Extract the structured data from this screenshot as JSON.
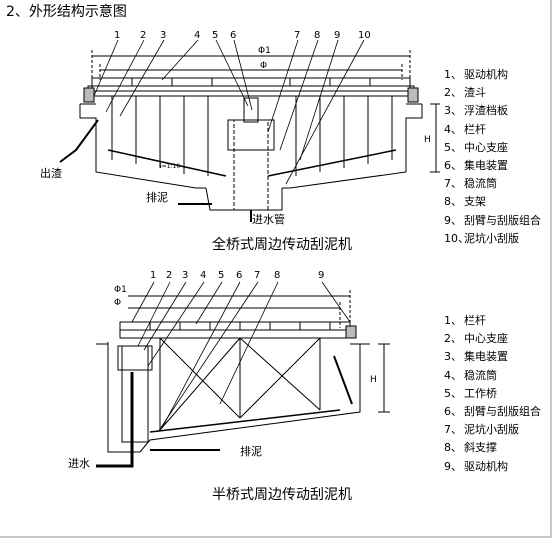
{
  "heading": "2、外形结构示意图",
  "full_bridge": {
    "caption": "全桥式周边传动刮泥机",
    "callouts": [
      "1",
      "2",
      "3",
      "4",
      "5",
      "6",
      "7",
      "8",
      "9",
      "10"
    ],
    "dim_phi1": "Φ1",
    "dim_phi": "Φ",
    "dim_h": "H",
    "slope": "i=1:10",
    "labels": {
      "outlet": "出渣",
      "sludge": "排泥",
      "inlet": "进水管"
    },
    "legend": [
      {
        "num": "1、",
        "text": "驱动机构"
      },
      {
        "num": "2、",
        "text": "渣斗"
      },
      {
        "num": "3、",
        "text": "浮渣档板"
      },
      {
        "num": "4、",
        "text": "栏杆"
      },
      {
        "num": "5、",
        "text": "中心支座"
      },
      {
        "num": "6、",
        "text": "集电装置"
      },
      {
        "num": "7、",
        "text": "稳流筒"
      },
      {
        "num": "8、",
        "text": "支架"
      },
      {
        "num": "9、",
        "text": "刮臂与刮版组合"
      },
      {
        "num": "10、",
        "text": "泥坑小刮版"
      }
    ]
  },
  "half_bridge": {
    "caption": "半桥式周边传动刮泥机",
    "callouts": [
      "1",
      "2",
      "3",
      "4",
      "5",
      "6",
      "7",
      "8",
      "9"
    ],
    "dim_phi1": "Φ1",
    "dim_phi": "Φ",
    "dim_h": "H",
    "labels": {
      "inlet": "进水",
      "sludge": "排泥"
    },
    "legend": [
      {
        "num": "1、",
        "text": "栏杆"
      },
      {
        "num": "2、",
        "text": "中心支座"
      },
      {
        "num": "3、",
        "text": "集电装置"
      },
      {
        "num": "4、",
        "text": "稳流筒"
      },
      {
        "num": "5、",
        "text": "工作桥"
      },
      {
        "num": "6、",
        "text": "刮臂与刮版组合"
      },
      {
        "num": "7、",
        "text": "泥坑小刮版"
      },
      {
        "num": "8、",
        "text": "斜支撑"
      },
      {
        "num": "9、",
        "text": "驱动机构"
      }
    ]
  }
}
